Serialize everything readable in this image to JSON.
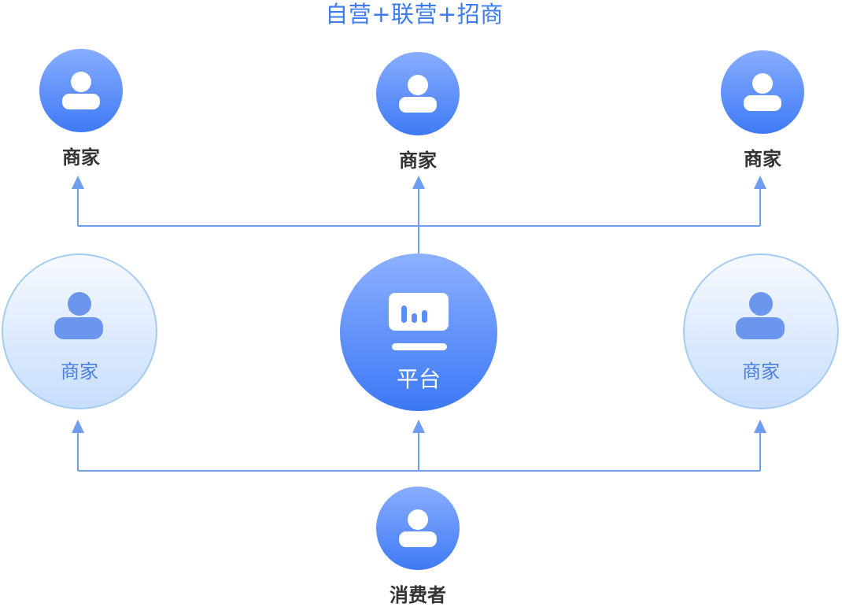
{
  "diagram": {
    "title": "自营+联营+招商",
    "top_merchants": [
      {
        "label": "商家"
      },
      {
        "label": "商家"
      },
      {
        "label": "商家"
      }
    ],
    "middle_merchants": [
      {
        "label": "商家"
      },
      {
        "label": "商家"
      }
    ],
    "platform": {
      "label": "平台"
    },
    "consumer": {
      "label": "消费者"
    }
  },
  "colors": {
    "primary": "#3f7af5",
    "line": "#6f9df0",
    "light_border": "#a4cbf3",
    "title": "#3d7cf0"
  },
  "icons": {
    "person": "person-icon",
    "platform": "dashboard-icon"
  }
}
